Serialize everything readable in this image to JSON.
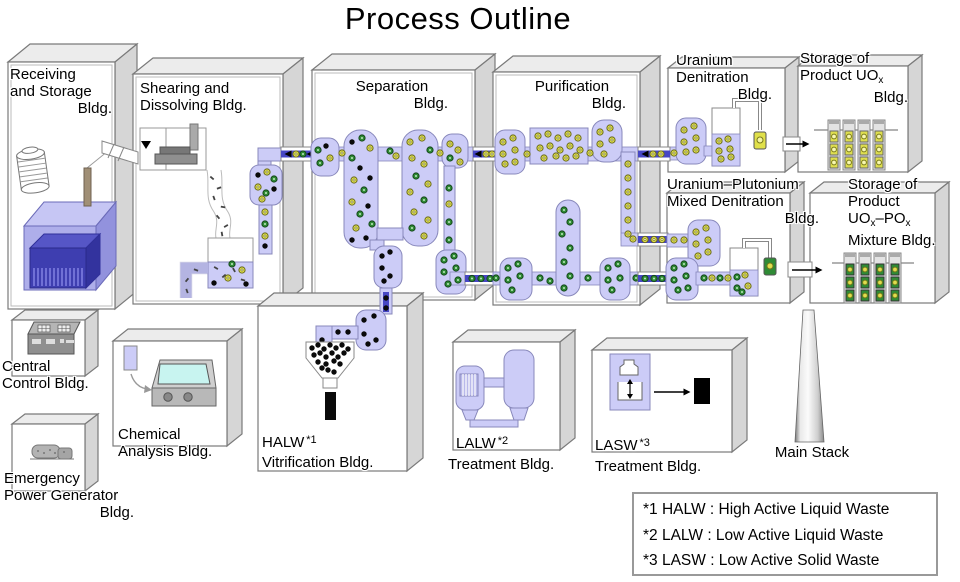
{
  "title": "Process Outline",
  "buildings": {
    "receiving": {
      "l1": "Receiving",
      "l2": "and Storage",
      "l3": "Bldg."
    },
    "shearing": {
      "l1": "Shearing and",
      "l2": "Dissolving Bldg."
    },
    "separation": {
      "l1": "Separation",
      "l2": "Bldg."
    },
    "purification": {
      "l1": "Purification",
      "l2": "Bldg."
    },
    "uranium_denitration": {
      "l1": "Uranium",
      "l2": "Denitration",
      "l3": "Bldg."
    },
    "uox_storage": {
      "l1": "Storage of",
      "l2_pre": "Product UO",
      "l2_sub": "x",
      "l3": "Bldg."
    },
    "mixed_denitration": {
      "l1": "Uranium–Plutonium",
      "l2": "Mixed Denitration",
      "l3": "Bldg."
    },
    "mixture_storage": {
      "l1": "Storage of",
      "l2": "Product",
      "l3_pre": "UO",
      "l3_sub1": "x",
      "l3_mid": "–PO",
      "l3_sub2": "x",
      "l4": "Mixture Bldg."
    },
    "central_control": {
      "l1": "Central",
      "l2": "Control Bldg."
    },
    "emergency": {
      "l1": "Emergency",
      "l2": "Power Generator",
      "l3": "Bldg."
    },
    "chemical": {
      "l1": "Chemical",
      "l2": "Analysis Bldg."
    },
    "halw": {
      "name": "HALW",
      "ref": "*1",
      "l2": "Vitrification Bldg."
    },
    "lalw": {
      "name": "LALW",
      "ref": "*2",
      "l2": "Treatment Bldg."
    },
    "lasw": {
      "name": "LASW",
      "ref": "*3",
      "l2": "Treatment Bldg."
    },
    "main_stack": {
      "label": "Main Stack"
    }
  },
  "legend": {
    "items": [
      "*1 HALW : High Active Liquid Waste",
      "*2 LALW : Low Active Liquid Waste",
      "*3 LASW : Low Active Solid Waste"
    ]
  },
  "colors": {
    "vessel_fill": "#ccccf7",
    "vessel_border": "#8888bb",
    "pipe_core_blue": "#4747c4",
    "uranium_yellow": "#dede4e",
    "plutonium_green": "#2f8b35",
    "waste_black": "#0a0a0a",
    "pool_blue": "#aeaeea",
    "rack_dark_blue": "#3e3eb0",
    "screen_cyan": "#c8f4f0",
    "building_front": "#ffffff",
    "building_top": "#ececec",
    "building_side": "#d6d6d6"
  }
}
